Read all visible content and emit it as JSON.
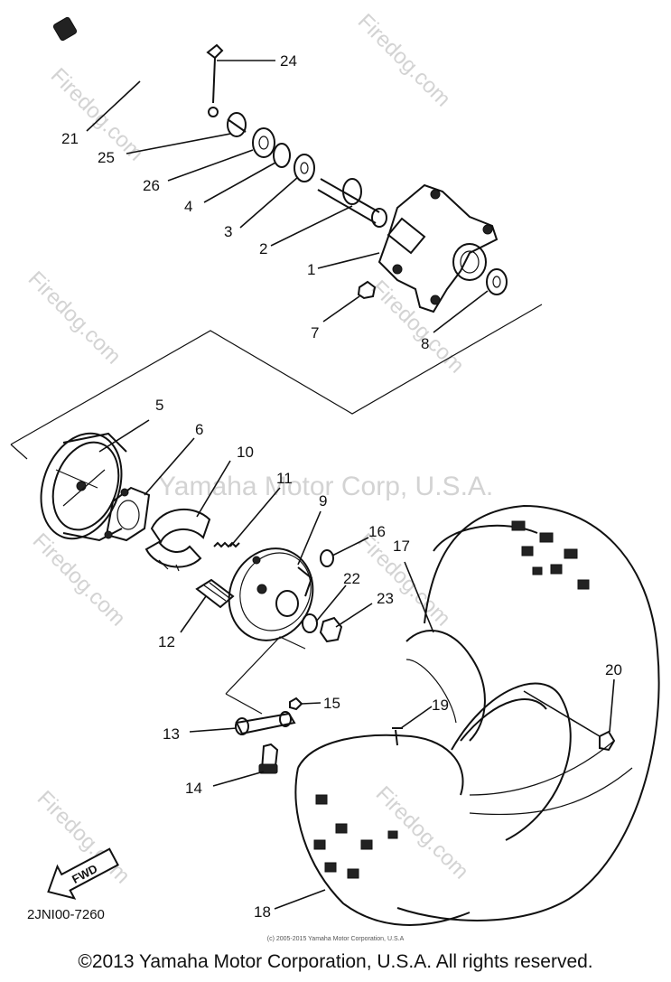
{
  "watermarks": {
    "brand": "Yamaha Motor Corp, U.S.A.",
    "site": "Firedog.com"
  },
  "callouts": [
    "1",
    "2",
    "3",
    "4",
    "5",
    "6",
    "7",
    "8",
    "9",
    "10",
    "11",
    "12",
    "13",
    "14",
    "15",
    "16",
    "17",
    "18",
    "19",
    "20",
    "21",
    "22",
    "23",
    "24",
    "25",
    "26"
  ],
  "direction_label": "FWD",
  "drawing_code": "2JNI00-7260",
  "fine_print": "(c) 2005-2015 Yamaha Motor Corporation, U.S.A",
  "copyright": "©2013 Yamaha Motor Corporation, U.S.A. All rights reserved."
}
